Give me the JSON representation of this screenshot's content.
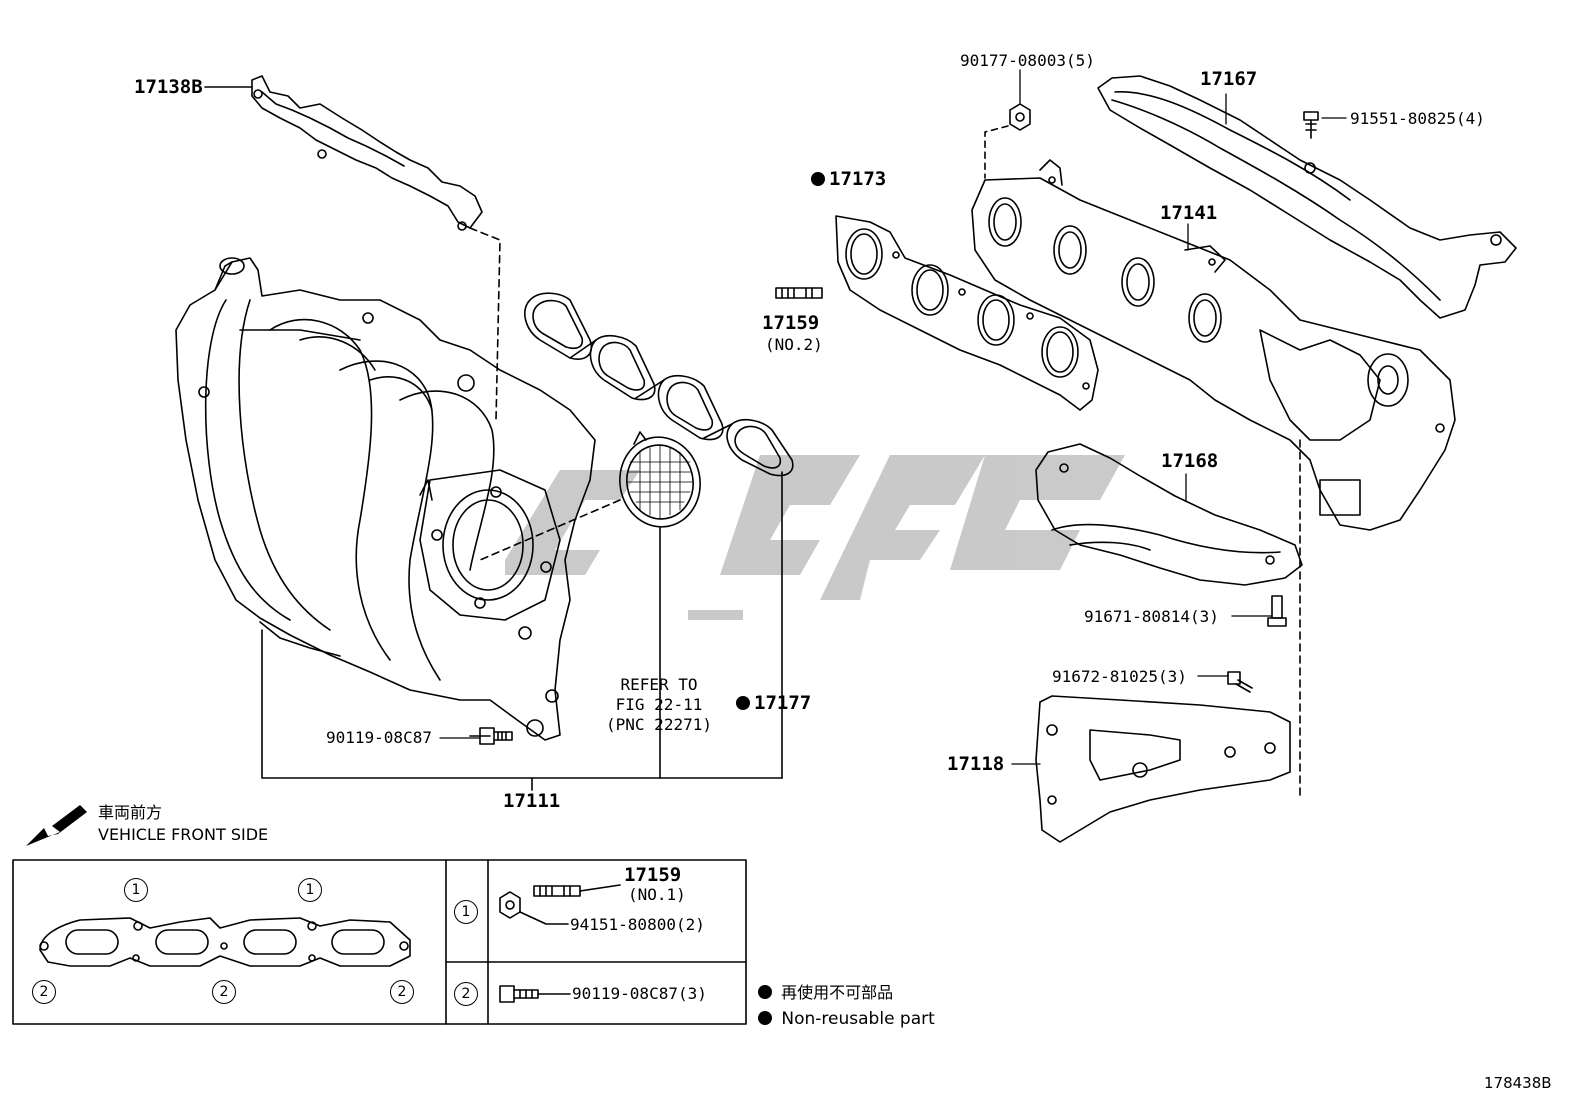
{
  "labels": {
    "p17138B": "17138B",
    "p17111": "17111",
    "p17177": "17177",
    "p17173": "17173",
    "p17159a": "17159",
    "p17159a_sub": "(NO.2)",
    "p17167": "17167",
    "p17141": "17141",
    "p17168": "17168",
    "p17118": "17118",
    "b90177": "90177-08003(5)",
    "b91551": "91551-80825(4)",
    "b91671": "91671-80814(3)",
    "b91672": "91672-81025(3)",
    "b90119": "90119-08C87",
    "refer1": "REFER TO",
    "refer2": "FIG 22-11",
    "refer3": "(PNC 22271)"
  },
  "legend": {
    "front_jp": "車両前方",
    "front_en": "VEHICLE FRONT SIDE",
    "nonreuse_jp": "再使用不可部品",
    "nonreuse_en": "Non-reusable part"
  },
  "table": {
    "circle1": "1",
    "circle2": "2",
    "row1_pn": "17159",
    "row1_sub": "(NO.1)",
    "row1_nut": "94151-80800(2)",
    "row2_bolt": "90119-08C87(3)"
  },
  "figure_id": "178438B",
  "colors": {
    "line": "#000000",
    "watermark": "#bdbdbd",
    "background": "#ffffff"
  }
}
